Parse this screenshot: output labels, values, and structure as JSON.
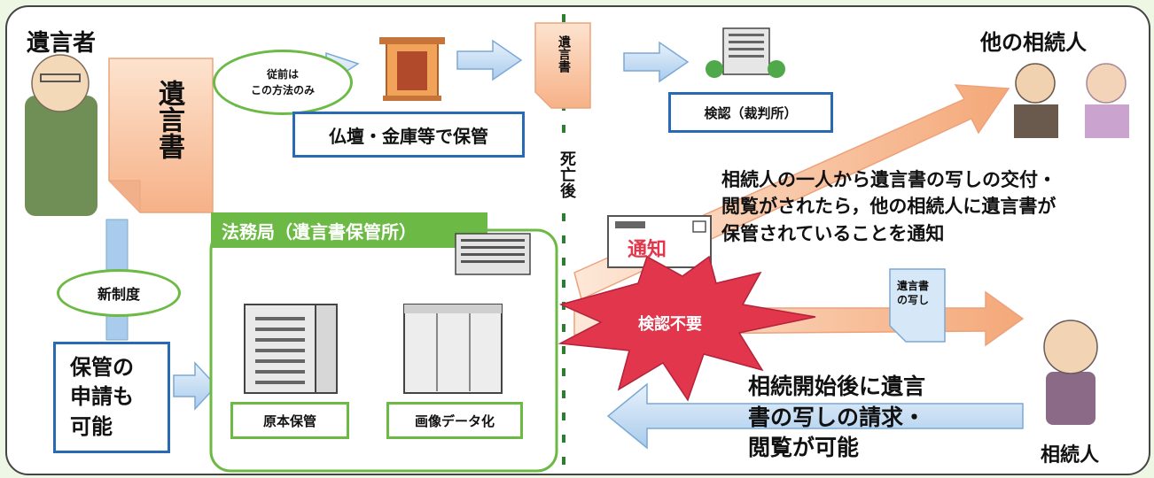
{
  "testator": {
    "title": "遺言者",
    "will_label": "遺言書"
  },
  "top_flow": {
    "previous_oval": "従前は\nこの方法のみ",
    "storage_label": "仏壇・金庫等で保管",
    "found_will_label": "遺言書",
    "probate_label": "検認（裁判所）"
  },
  "timeline": {
    "divider_label": "死亡後"
  },
  "new_system": {
    "oval_label": "新制度",
    "apply_label": "保管の\n申請も\n可能"
  },
  "bureau": {
    "title": "法務局（遺言書保管所）",
    "original_label": "原本保管",
    "digitize_label": "画像データ化"
  },
  "notification": {
    "envelope_label": "通知",
    "explanation": "相続人の一人から遺言書の写しの交付・\n閲覧がされたら，他の相続人に遺言書が\n保管されていることを通知"
  },
  "no_probate": {
    "burst_label": "検認不要",
    "copy_label": "遺言書\nの写し"
  },
  "heirs": {
    "others_title": "他の相続人",
    "heir_title": "相続人",
    "request_text": "相続開始後に遺言\n書の写しの請求・\n閲覧が可能"
  },
  "colors": {
    "green": "#6cba45",
    "blue": "#2a6ab5",
    "orange": "#f7b98c",
    "pale_blue": "#cfe3f6",
    "burst": "#e2364d"
  }
}
